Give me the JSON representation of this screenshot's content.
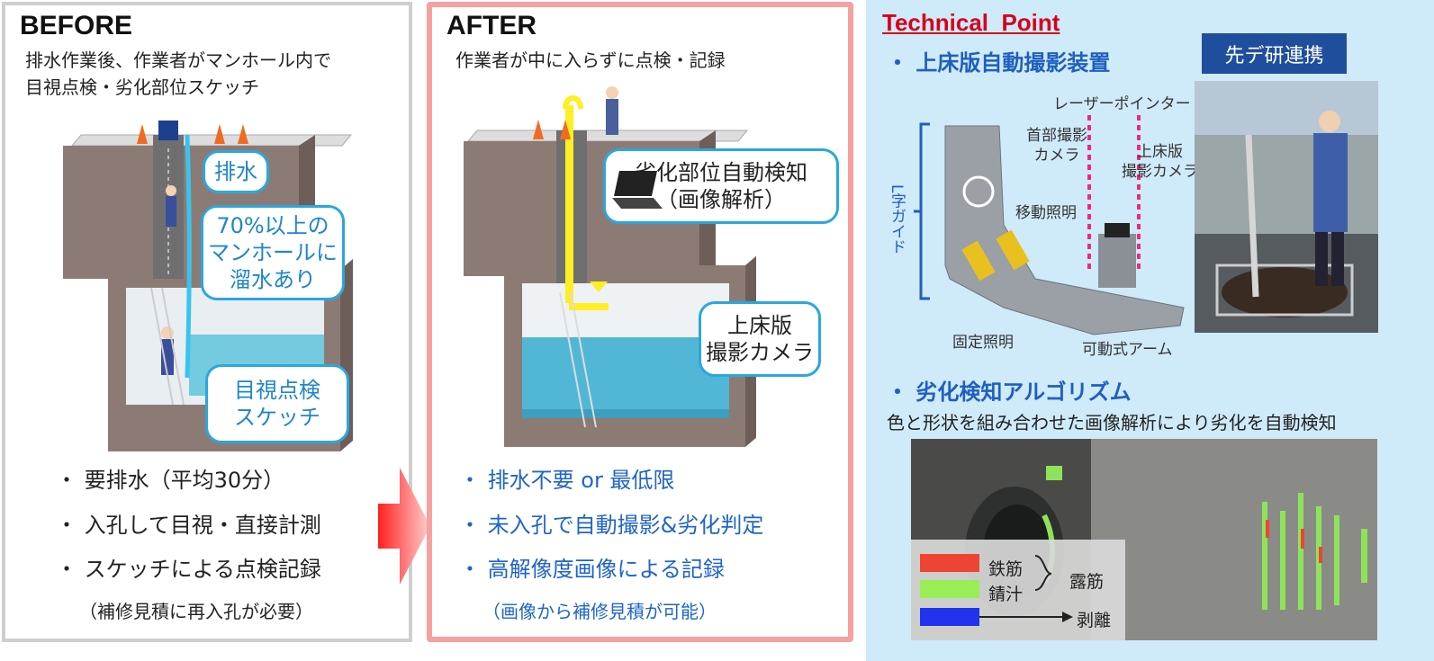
{
  "before": {
    "title": "BEFORE",
    "subtitle_lines": [
      "排水作業後、作業者がマンホール内で",
      "目視点検・劣化部位スケッチ"
    ],
    "callouts": {
      "drain": "排水",
      "water": "70%以上の\nマンホールに\n溜水あり",
      "visual": "目視点検\nスケッチ"
    },
    "bullets": [
      "・ 要排水（平均30分）",
      "・ 入孔して目視・直接計測",
      "・ スケッチによる点検記録"
    ],
    "note": "（補修見積に再入孔が必要）"
  },
  "after": {
    "title": "AFTER",
    "subtitle": "作業者が中に入らずに点検・記録",
    "callouts": {
      "auto_detect": "劣化部位自動検知\n（画像解析）",
      "camera": "上床版\n撮影カメラ"
    },
    "bullets": [
      "・ 排水不要 or 最低限",
      "・ 未入孔で自動撮影&劣化判定",
      "・ 高解像度画像による記録"
    ],
    "note": "（画像から補修見積が可能）"
  },
  "tech": {
    "title": "Technical  Point",
    "badge": "先デ研連携",
    "section1": "・ 上床版自動撮影装置",
    "labels": {
      "laser": "レーザーポインター",
      "neck_camera": "首部撮影\nカメラ",
      "slab_camera": "上床版\n撮影カメラ",
      "moving_light": "移動照明",
      "l_guide": "L字ガイド",
      "fixed_light": "固定照明",
      "arm": "可動式アーム"
    },
    "section2": "・ 劣化検知アルゴリズム",
    "desc": "色と形状を組み合わせた画像解析により劣化を自動検知",
    "legend": {
      "rebar": "鉄筋",
      "rust": "錆汁",
      "exposed": "露筋",
      "spall": "剥離"
    }
  },
  "colors": {
    "legend_rebar": "#ee4433",
    "legend_rust": "#99ee55",
    "legend_spall": "#2233ee",
    "callout_border": "#2aa7dd",
    "after_border": "#f7a0a0",
    "tech_bg": "#cfeaf9"
  }
}
